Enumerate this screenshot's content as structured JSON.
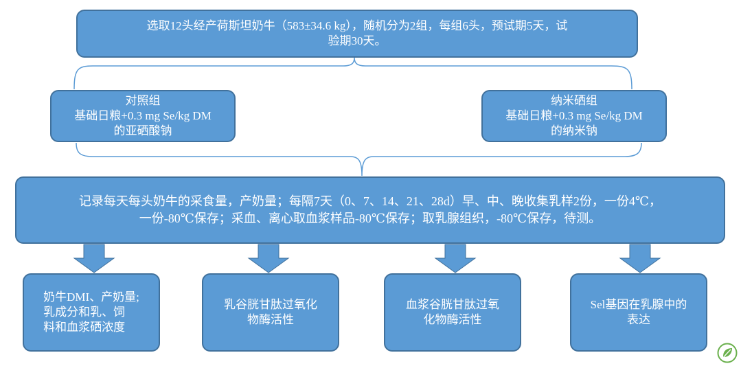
{
  "top": {
    "line1": "选取12头经产荷斯坦奶牛（583±34.6 kg），随机分为2组，每组6头，预试期5天，试",
    "line2": "验期30天。"
  },
  "groups": [
    {
      "title": "对照组",
      "line2": "基础日粮+0.3 mg Se/kg DM",
      "line3": "的亚硒酸钠"
    },
    {
      "title": "纳米硒组",
      "line2": "基础日粮+0.3 mg Se/kg DM",
      "line3": "的纳米钠"
    }
  ],
  "record": {
    "line1": "记录每天每头奶牛的采食量，产奶量；每隔7天（0、7、14、21、28d）早、中、晚收集乳样2份，一份4℃，",
    "line2": "一份-80℃保存；采血、离心取血浆样品-80℃保存；取乳腺组织，-80℃保存，待测。"
  },
  "outcomes": [
    {
      "lines": [
        "奶牛DMI、产奶量;",
        "乳成分和乳、饲",
        "料和血浆硒浓度"
      ]
    },
    {
      "lines": [
        "乳谷胱甘肽过氧化",
        "物酶活性"
      ]
    },
    {
      "lines": [
        "血浆谷胱甘肽过氧",
        "化物酶活性"
      ]
    },
    {
      "lines": [
        "Sel基因在乳腺中的",
        "表达"
      ]
    }
  ],
  "colors": {
    "box_fill": "#5b9bd5",
    "box_border": "#41719c",
    "connector": "#5b9bd5",
    "logo_green": "#6ab04c"
  },
  "icons": {
    "logo": "leaf-logo-icon"
  }
}
